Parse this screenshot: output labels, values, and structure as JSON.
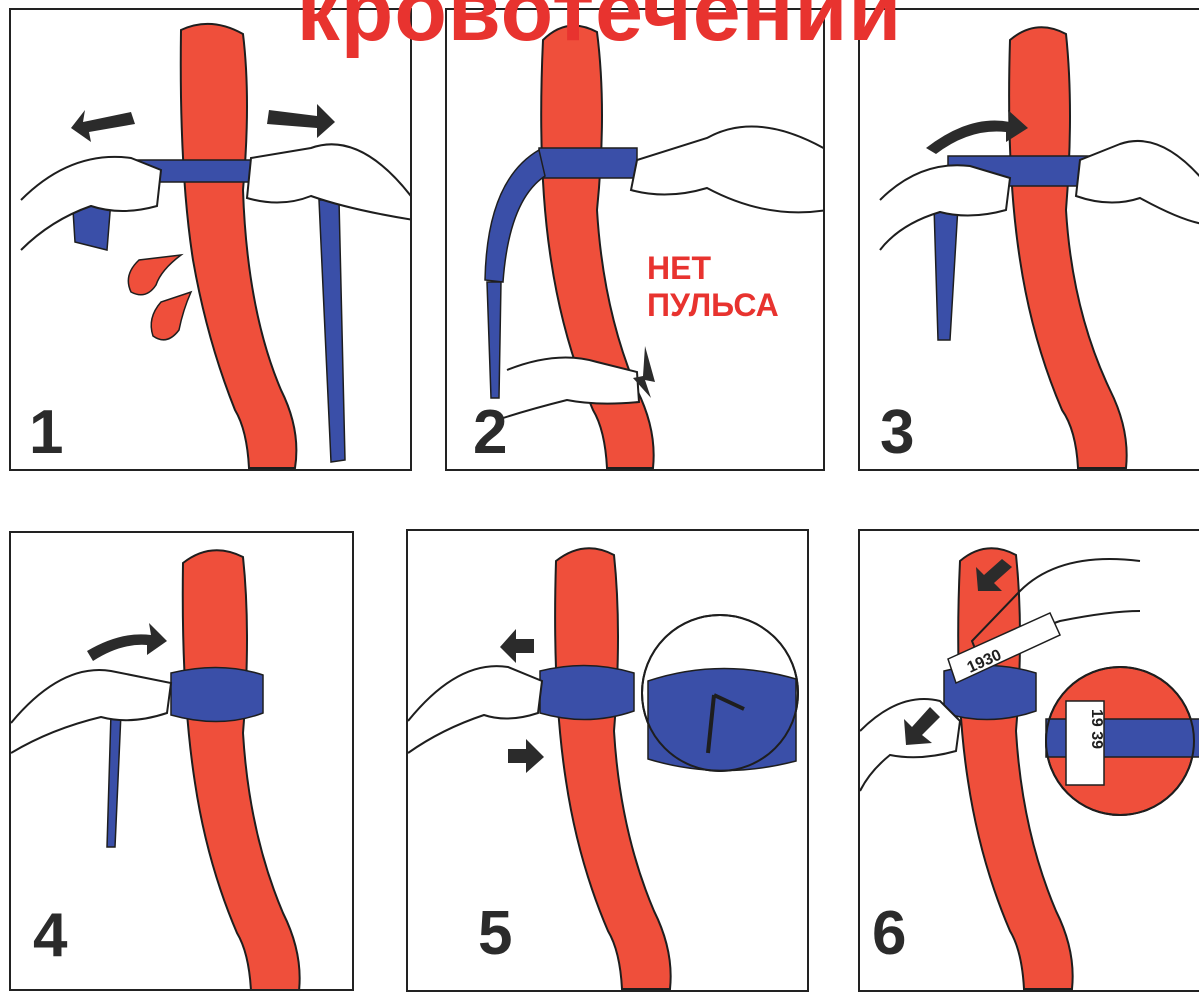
{
  "title": {
    "text": "кровотечений",
    "color": "#e8332f"
  },
  "colors": {
    "arm": "#ef4f3b",
    "arm_shade": "#c8392a",
    "tourniquet": "#3a4fa8",
    "outline": "#1e1e1e",
    "label_red": "#e8332f"
  },
  "panels": [
    {
      "number": "1"
    },
    {
      "number": "2",
      "label_line1": "НЕТ",
      "label_line2": "ПУЛЬСА"
    },
    {
      "number": "3"
    },
    {
      "number": "4"
    },
    {
      "number": "5"
    },
    {
      "number": "6",
      "tag_text": "1930",
      "tag_text_zoom": "19 39"
    }
  ]
}
